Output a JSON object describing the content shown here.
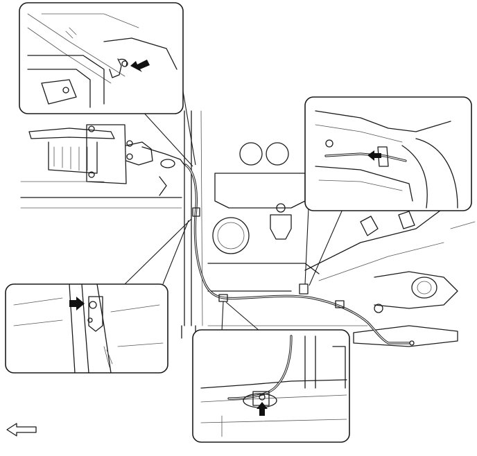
{
  "diagram": {
    "orientation_arrow": {
      "icon": "front-direction-arrow-icon",
      "direction": "left"
    },
    "callouts": [
      {
        "id": "top-left",
        "icon": "bracket-bolt-detail",
        "pointer": "arrow-icon"
      },
      {
        "id": "top-right",
        "icon": "cable-clamp-detail",
        "pointer": "arrow-icon"
      },
      {
        "id": "mid-left",
        "icon": "bolt-detail",
        "pointer": "arrow-icon"
      },
      {
        "id": "bottom-center",
        "icon": "floor-clamp-detail",
        "pointer": "arrow-icon"
      }
    ],
    "colors": {
      "line": "#1a1a1a",
      "background": "#ffffff"
    }
  }
}
